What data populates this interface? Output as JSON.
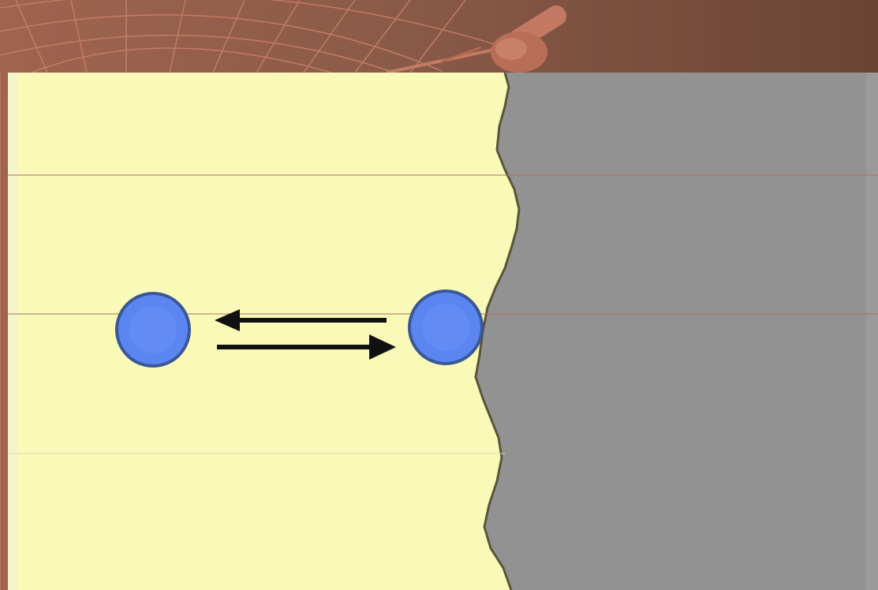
{
  "slide": {
    "background_color": "#8a5a48",
    "background_dark": "#6e4636",
    "globe_line_color": "#c97a5e"
  },
  "diagram": {
    "description_free": true,
    "colors": {
      "solution": "#fafab8",
      "solid_surface": "#929292",
      "particle_fill": "#5b86f2",
      "particle_stroke": "#3a5796",
      "arrow": "#111111",
      "guide_line": "#b07060"
    },
    "icons": {
      "telescope": "telescope-icon"
    },
    "particles": [
      {
        "name": "dissolved-particle"
      },
      {
        "name": "adsorbed-particle"
      }
    ],
    "arrows": [
      {
        "name": "desorption-arrow",
        "direction": "left"
      },
      {
        "name": "adsorption-arrow",
        "direction": "right"
      }
    ]
  }
}
